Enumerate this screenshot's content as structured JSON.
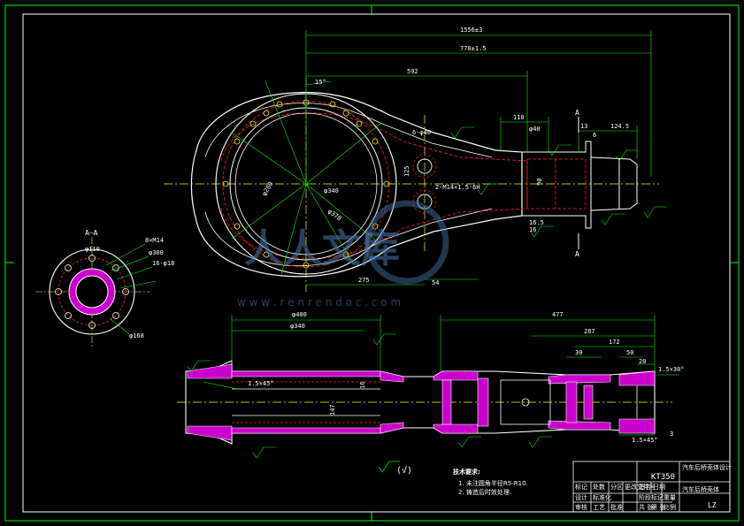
{
  "colors": {
    "background": "#000000",
    "outline": "#ffffff",
    "dimension": "#00ff00",
    "centerline": "#ffff00",
    "hidden": "#ff2020",
    "hatch": "#ff00ff",
    "watermark": "#4a78b0"
  },
  "section_label": "A—A",
  "section_marks": {
    "top": "A",
    "bottom": "A"
  },
  "plan_view_dims": {
    "overall": "1556±3",
    "inner": "778±1.5",
    "bore_offset": "592",
    "angle": "15°",
    "d110": "110",
    "d13": "13",
    "d6": "6",
    "d124": "124.5",
    "d275": "275",
    "d54": "54",
    "dia280": "φ280",
    "dia340": "φ340",
    "dia370": "φ370",
    "hole_6x40": "6-φ40",
    "hole_2x30": "2-M14×1.5-6H",
    "d125": "125",
    "d90": "90",
    "d16_5": "16.5",
    "d16": "16",
    "d40": "φ40"
  },
  "section_view_dims": {
    "dia168": "φ168",
    "dia110": "φ110",
    "m14": "8×M14",
    "dia300": "φ300",
    "hole": "16-φ18"
  },
  "elevation_dims": {
    "dia400": "φ400",
    "dia340": "φ340",
    "d477": "477",
    "d287": "287",
    "d172": "172",
    "d30": "30",
    "d50": "50",
    "d20": "20",
    "chamfer1": "1.5×45°",
    "chamfer2": "1.5×30°",
    "chamfer3": "1.5×45°",
    "d147": "147",
    "d16": "16",
    "d3": "3"
  },
  "roughness_symbol": "(√)",
  "technical_requirements": {
    "title": "技术要求:",
    "items": [
      "1. 未注圆角半径R5-R10.",
      "2. 铸造后时效处理."
    ]
  },
  "title_block": {
    "part_code": "KT350",
    "top_right": "汽车后桥壳体设计",
    "part_name": "汽车后桥壳体",
    "material": "LZ",
    "labels": [
      "标记",
      "处数",
      "分区",
      "更改文件号",
      "签名",
      "日期",
      "设计",
      "标准化",
      "审核",
      "工艺",
      "批准",
      "阶段标记",
      "重量",
      "比例",
      "共 张",
      "第 张"
    ]
  },
  "watermark": {
    "text": "人人文库",
    "url": "w w w . r e n r e n d o c . c o m"
  }
}
